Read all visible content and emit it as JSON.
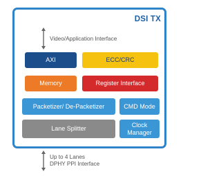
{
  "diagram": {
    "title": "DSI TX",
    "top_interface_label": "Video/Application Interface",
    "bottom_interface_label_line1": "Up to 4 Lanes",
    "bottom_interface_label_line2": "DPHY PPI Interface",
    "blocks": {
      "axi": "AXI",
      "ecc_crc": "ECC/CRC",
      "memory": "Memory",
      "register_interface": "Register Interface",
      "packetizer": "Packetizer/ De-Packetizer",
      "cmd_mode": "CMD Mode",
      "lane_splitter": "Lane Splitter",
      "clock_manager_line1": "Clock",
      "clock_manager_line2": "Manager"
    }
  },
  "colors": {
    "frame_border": "#2f83c8",
    "title_text": "#1c5fa3",
    "axi": "#1c4e8c",
    "ecc_crc": "#f4c20f",
    "memory": "#ec7a26",
    "register_interface": "#d42a2c",
    "blue_blocks": "#3b96d6",
    "lane_splitter": "#8a8a8a"
  }
}
